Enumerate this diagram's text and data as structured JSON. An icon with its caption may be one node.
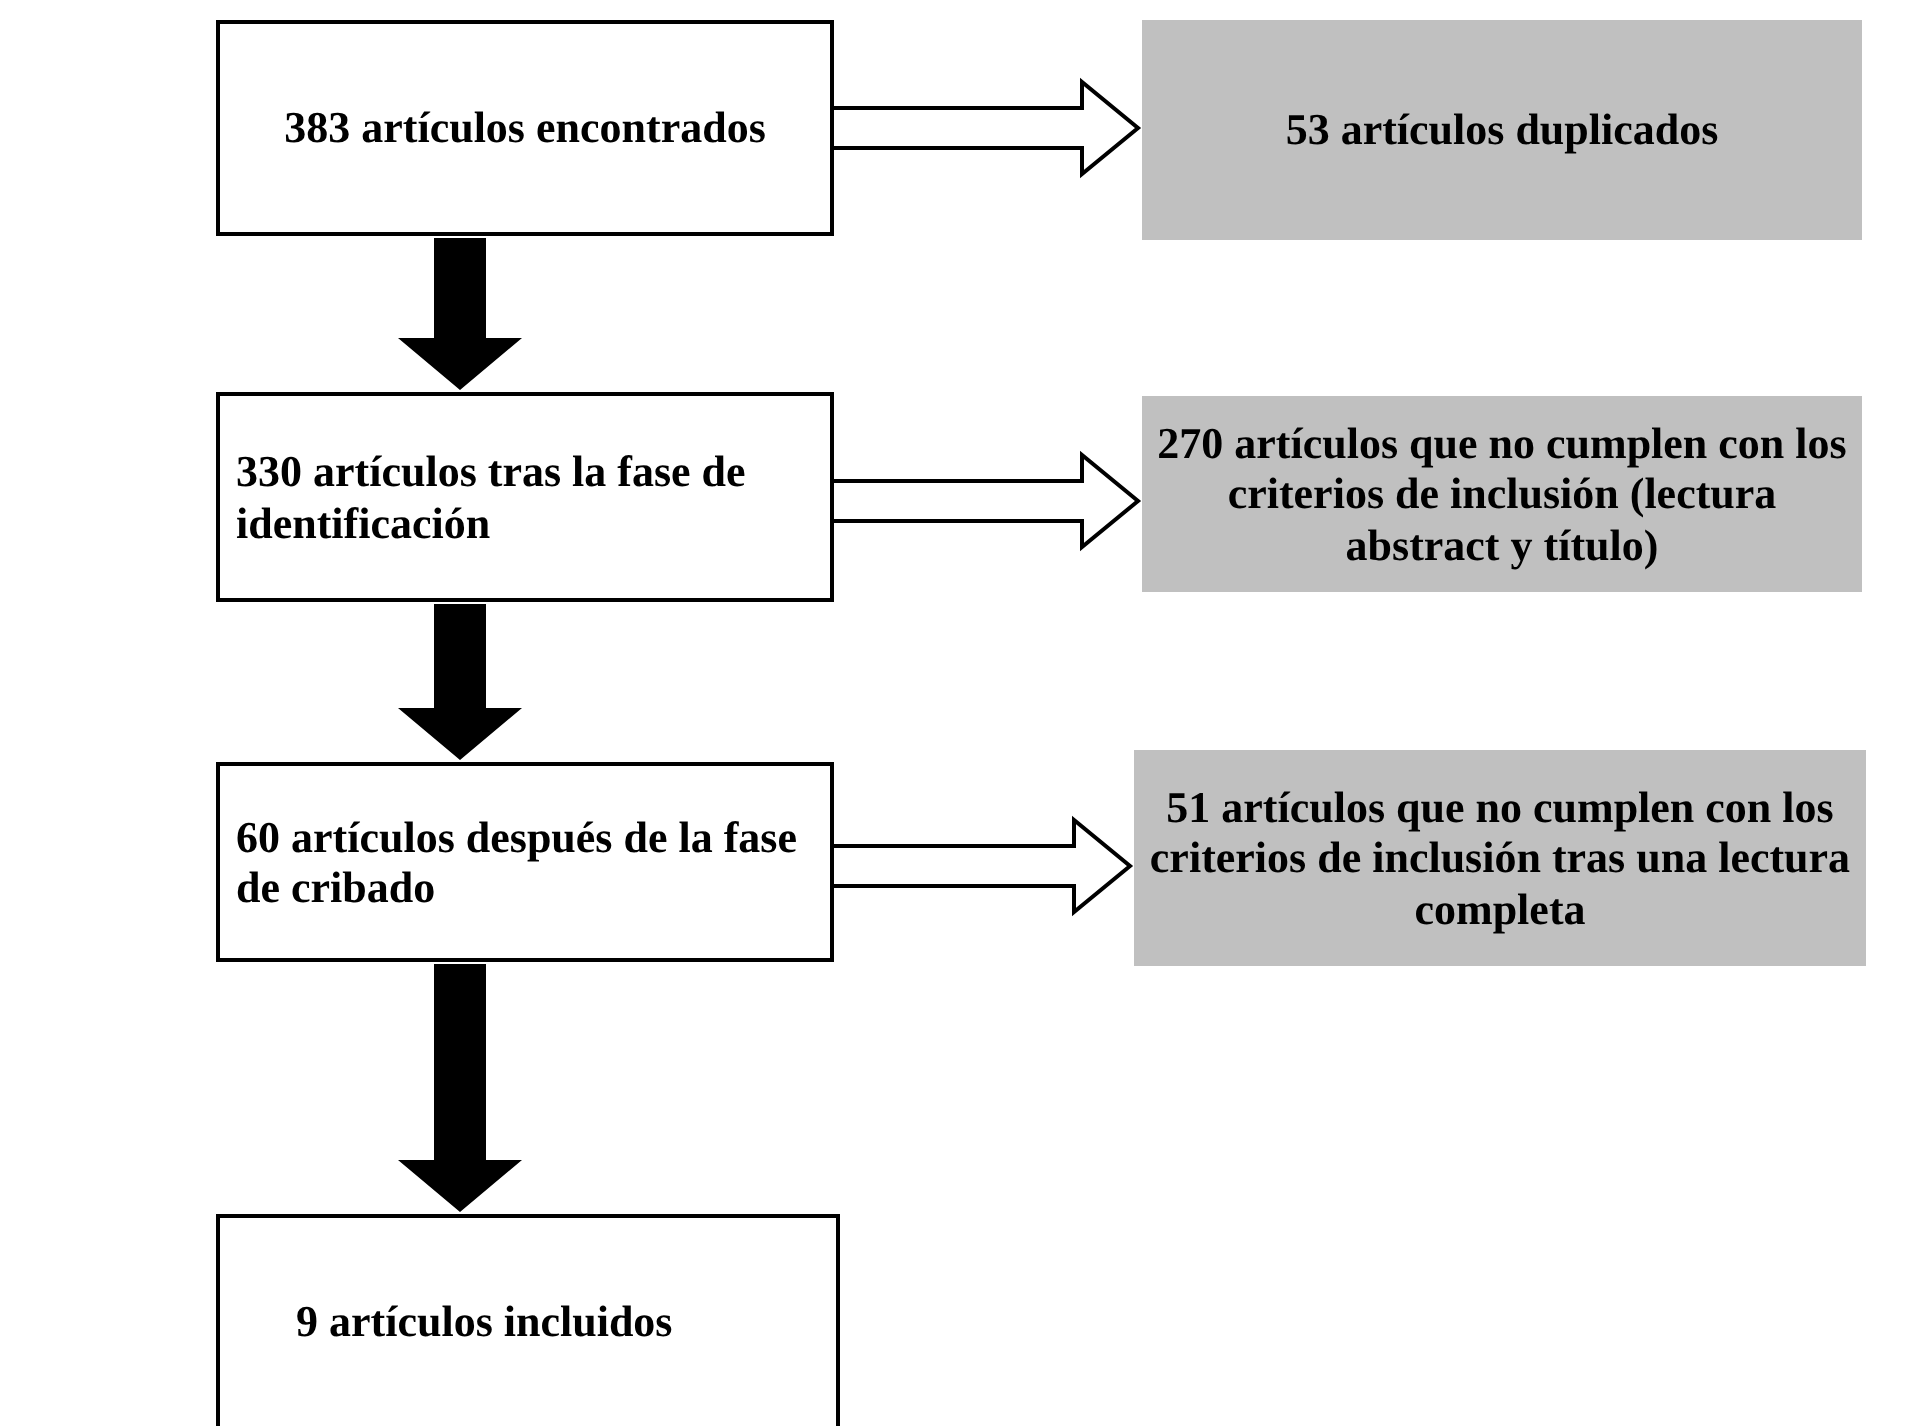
{
  "diagram": {
    "nodes": [
      {
        "text": [
          "383 artículos encontrados"
        ]
      },
      {
        "text": [
          "53 artículos duplicados"
        ]
      },
      {
        "text": [
          "330 artículos tras la fase de identificación"
        ]
      },
      {
        "text": [
          "270 artículos que no cumplen con los criterios de inclusión (lectura abstract y título)"
        ]
      },
      {
        "text": [
          "60 artículos después de la fase de cribado"
        ]
      },
      {
        "text": [
          "51 artículos que no cumplen con los criterios de inclusión tras una lectura completa"
        ]
      },
      {
        "text": [
          "9 artículos incluidos"
        ]
      }
    ],
    "edges": [
      {
        "from": 0,
        "to": 1,
        "arrow": "to"
      },
      {
        "from": 0,
        "to": 2,
        "arrow": "to",
        "style": "thick"
      },
      {
        "from": 2,
        "to": 3,
        "arrow": "to"
      },
      {
        "from": 2,
        "to": 4,
        "arrow": "to",
        "style": "thick"
      },
      {
        "from": 4,
        "to": 5,
        "arrow": "to"
      },
      {
        "from": 4,
        "to": 6,
        "arrow": "to",
        "style": "thick"
      }
    ]
  }
}
